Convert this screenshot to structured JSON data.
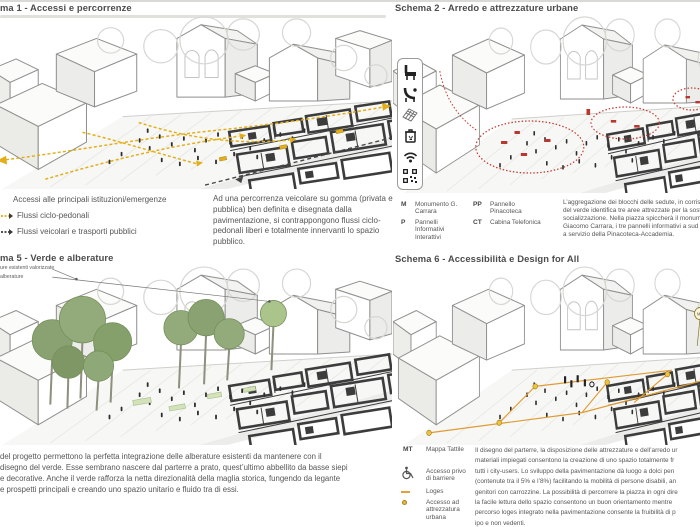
{
  "colors": {
    "flow_yellow": "#e3ae17",
    "arredo_red": "#c23b33",
    "verde_green": "#93ab7a",
    "loges_orange": "#e09b33",
    "plan_dark": "#3c3c3c"
  },
  "schema1": {
    "title": "ma 1 - Accessi e percorrenze",
    "legend": [
      {
        "icon": "access-arrow",
        "label": "Accessi alle principali istituzioni/emergenze"
      },
      {
        "icon": "yellow-dashed-arrow",
        "label": "Flussi ciclo-pedonali"
      },
      {
        "icon": "dark-dashed-arrow",
        "label": "Flussi veicolari e trasporti pubblici"
      }
    ],
    "description": "Ad una percorrenza veicolare su gomma (privata e pubblica) ben definita e disegnata dalla pavimentazione, si contrappongono flussi ciclo-pedonali liberi e totalmente innervanti lo spazio pubblico."
  },
  "schema2": {
    "title": "Schema 2 - Arredo e attrezzature urbane",
    "icon_strip": [
      "seat-icon",
      "curved-seat-icon",
      "paving-icon",
      "waste-bin-icon",
      "wifi-icon",
      "qr-code-icon"
    ],
    "legend": [
      {
        "abbr": "M",
        "label": "Monumento G. Carrara"
      },
      {
        "abbr": "P",
        "label": "Pannelli Informativi Interattivi"
      },
      {
        "abbr": "PP",
        "label": "Pannello Pinacoteca"
      },
      {
        "abbr": "CT",
        "label": "Cabina Telefonica"
      }
    ],
    "description_lines": [
      "L’aggregazione dei blocchi delle sedute, in corrispo",
      "del verde identifica tre aree attrezzate per la sosta,",
      "socializzazione. Nella piazza spiccherà il monumen",
      "Giacomo Carrara, i tre pannelli informativi a sud e i",
      "a servizio della Pinacoteca-Accademia."
    ]
  },
  "schema5": {
    "title": "ma 5 - Verde e alberature",
    "annotations": [
      "ure esistenti valorizzate",
      "alberature"
    ],
    "description_lines": [
      "del progetto permettono la perfetta integrazione delle alberature esistenti da mantenere con il",
      "disegno del verde. Esse sembrano nascere dal parterre a prato, quest’ultimo abbellito da basse siepi",
      "e decorative. Anche il verde rafforza la netta direzionalità della maglia storica, fungendo da legante",
      "e prospetti principali e creando uno spazio unitario e fluido tra di essi."
    ]
  },
  "schema6": {
    "title": "Schema 6 - Accessibilità e Design for All",
    "map_pin_label": "MT",
    "legend": [
      {
        "abbr": "MT",
        "label": "Mappa Tattile"
      },
      {
        "icon": "wheelchair-icon",
        "label": "Accesso privo di barriere"
      },
      {
        "icon": "loges-line",
        "label": "Loges"
      },
      {
        "icon": "access-dot",
        "label": "Accesso ad attrezzatura urbana"
      }
    ],
    "description_lines": [
      "Il disegno del parterre, la disposizione delle attrezzature e dell’arredo ur",
      "materiali impiegati consentono la creazione di uno spazio totalmente fr",
      "tutti i city-users. Lo sviluppo della pavimentazione dà luogo a dolci pen",
      "(contenute tra il 5% e l’8%) facilitando la mobilità di persone disabili, an",
      "genitori con carrozzine. La possibilità di percorrere la piazza in ogni dire",
      "la facile lettura dello spazio consentono un buon orientamento mentre",
      "percorso loges integrato nella pavimentazione consente la fruibilità di p",
      "ipo e non vedenti."
    ]
  }
}
